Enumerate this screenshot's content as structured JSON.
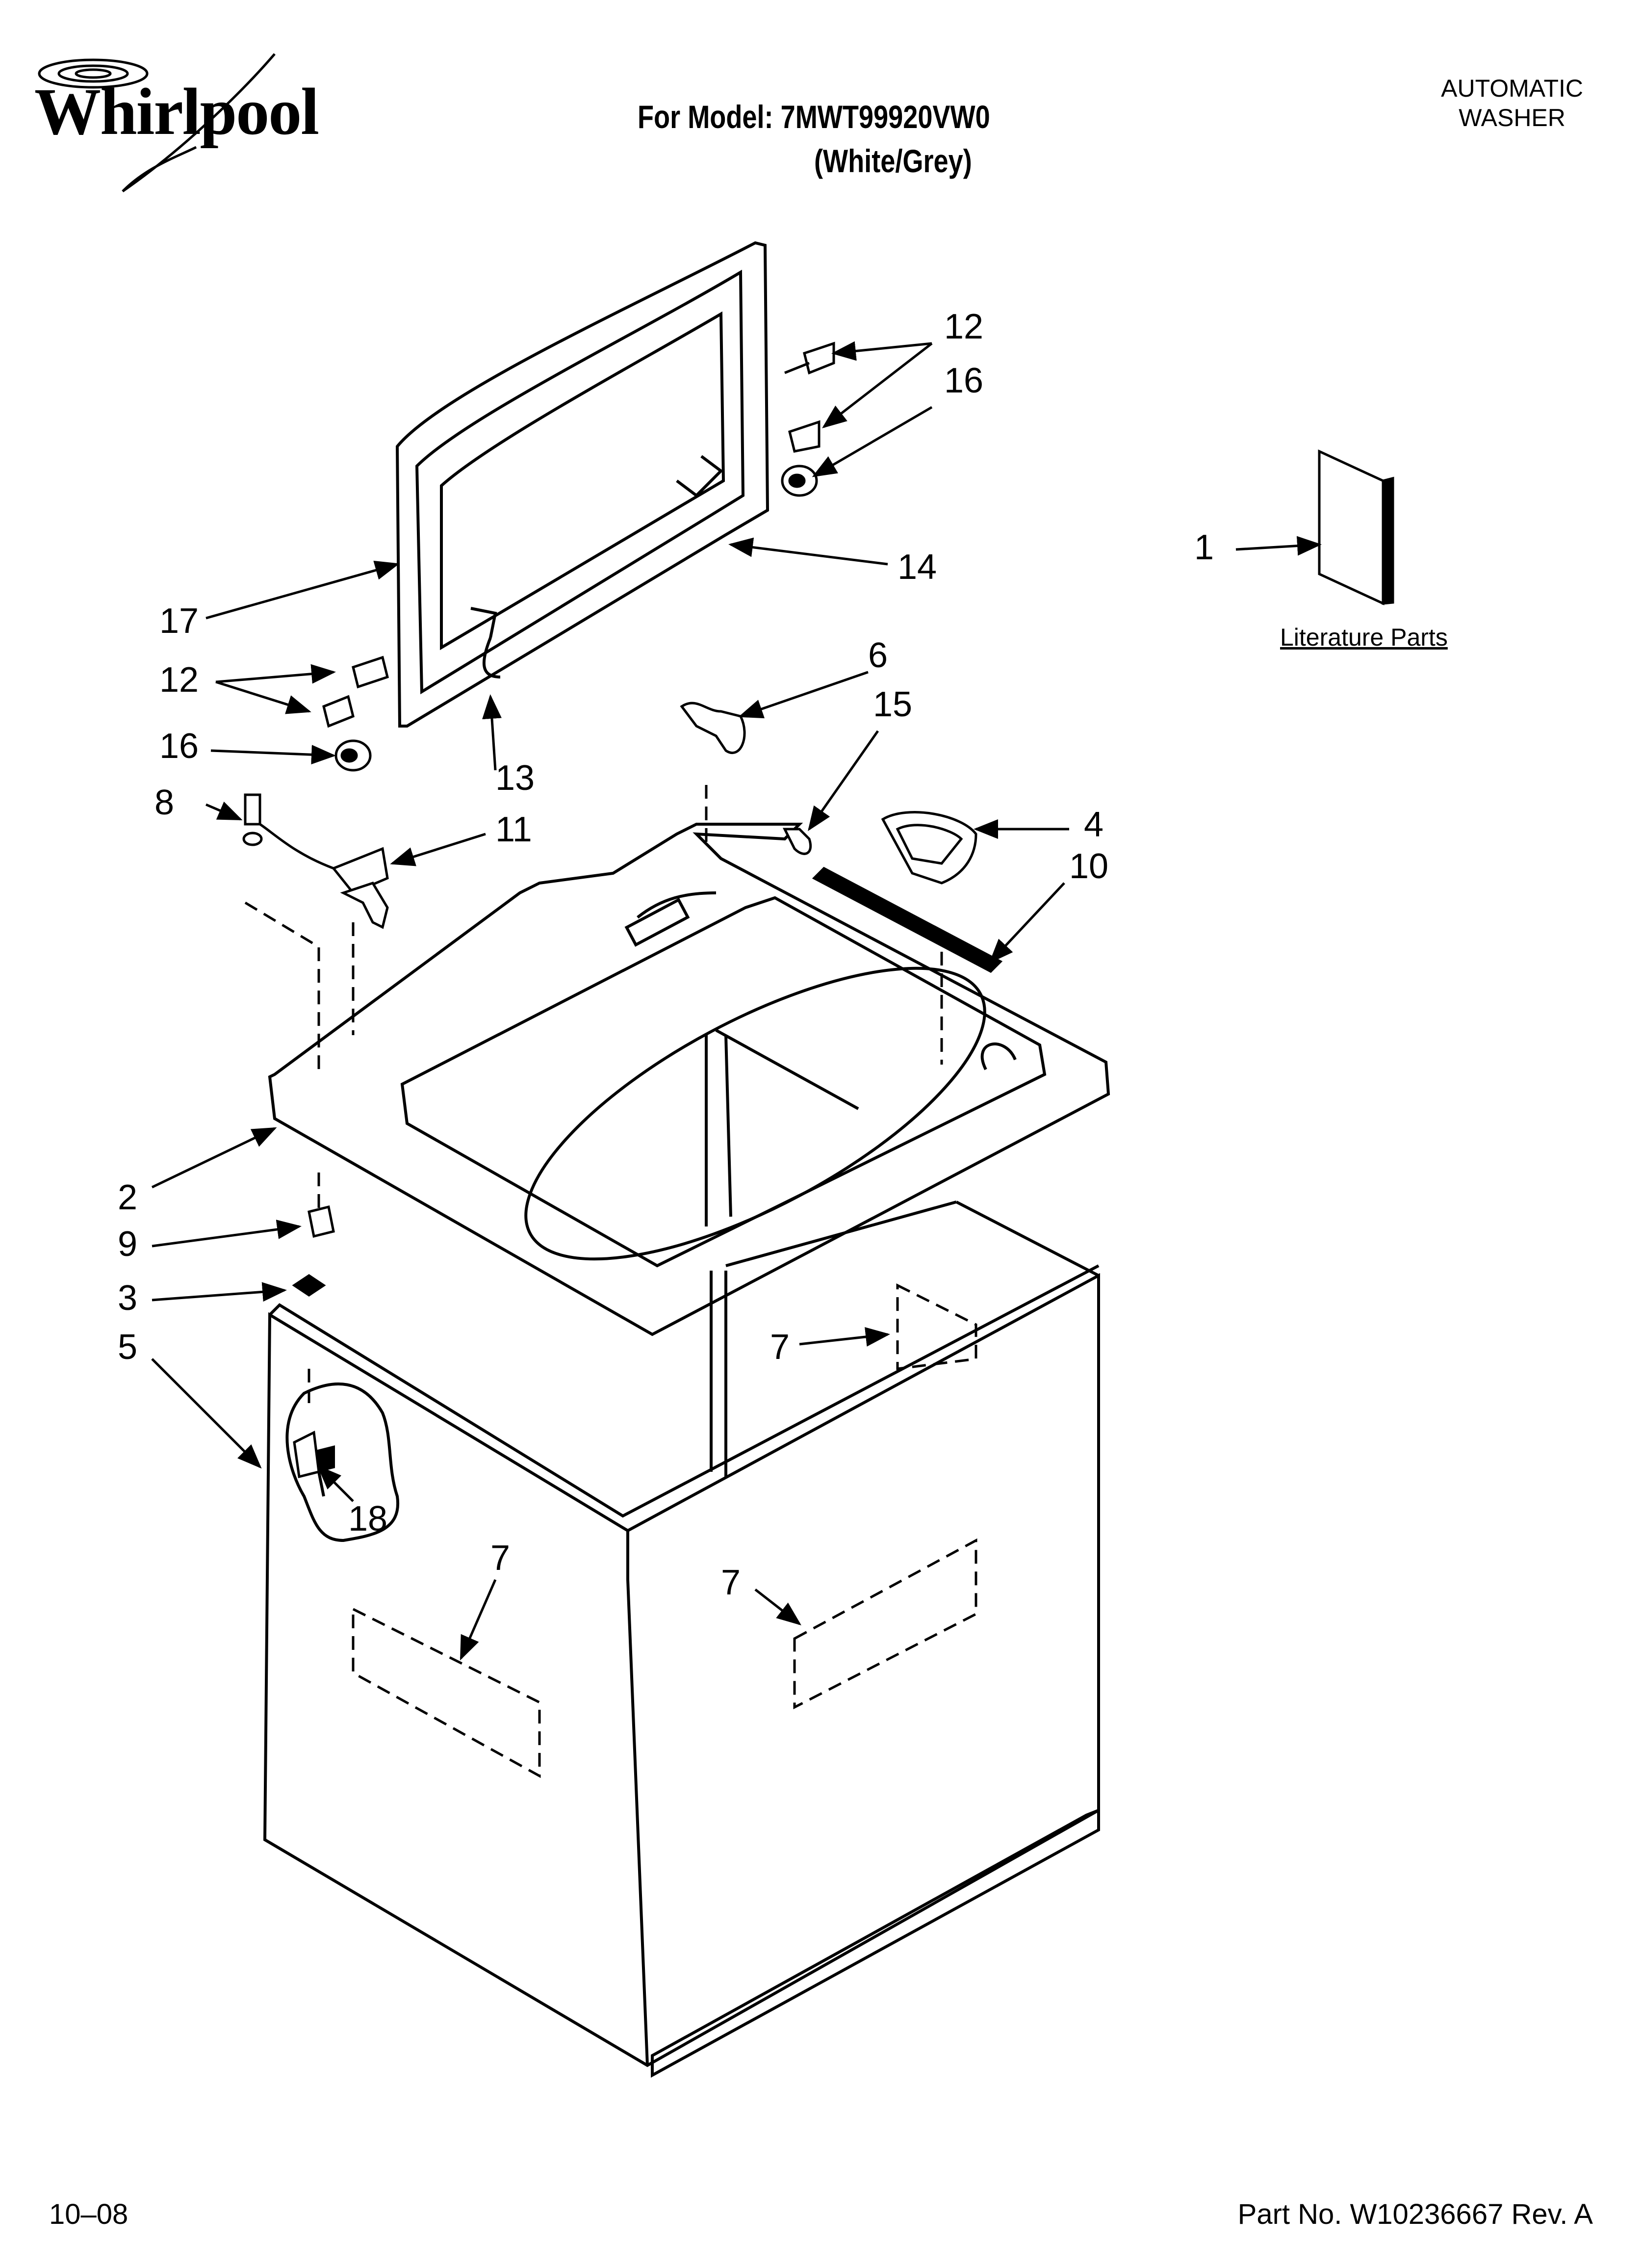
{
  "header": {
    "brand": "Whirlpool",
    "model_line": "For Model: 7MWT99920VW0",
    "color_line": "(White/Grey)",
    "product_type_line1": "AUTOMATIC",
    "product_type_line2": "WASHER"
  },
  "callouts": [
    "12",
    "16",
    "1",
    "17",
    "14",
    "12",
    "16",
    "6",
    "15",
    "13",
    "8",
    "11",
    "4",
    "10",
    "2",
    "9",
    "3",
    "7",
    "5",
    "18",
    "7",
    "7"
  ],
  "literature_label": "Literature Parts",
  "footer": {
    "date_code": "10–08",
    "part_number": "Part No. W10236667 Rev. A"
  }
}
